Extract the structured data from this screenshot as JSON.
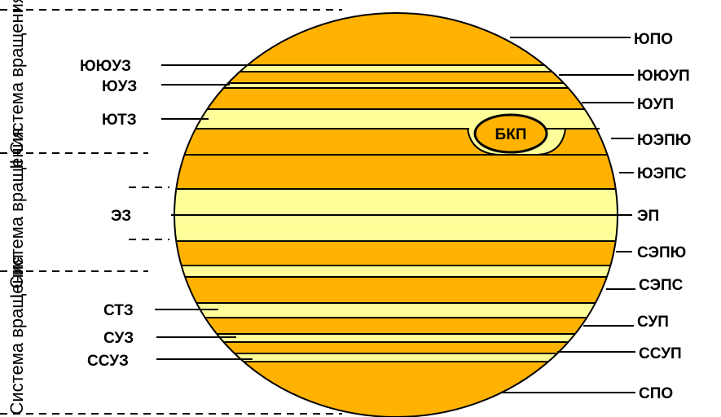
{
  "colors": {
    "orange": "#FFB300",
    "pale": "#FFFF99",
    "line": "#000000"
  },
  "systems": [
    {
      "key": "upper",
      "label": "II Система вращения"
    },
    {
      "key": "middle",
      "label": "I Система вращения"
    },
    {
      "key": "lower",
      "label": "II Система вращения"
    }
  ],
  "left_labels": {
    "yuyuz": "ЮЮУЗ",
    "yuz": "ЮУЗ",
    "yutz": "ЮТЗ",
    "ez": "ЭЗ",
    "stz": "СТЗ",
    "suz": "СУЗ",
    "ssuz": "ССУЗ"
  },
  "right_labels": {
    "yupo": "ЮПО",
    "yuyup": "ЮЮУП",
    "yup": "ЮУП",
    "yuepyu": "ЮЭПЮ",
    "yueps": "ЮЭПС",
    "ep": "ЭП",
    "sepyu": "СЭПЮ",
    "seps": "СЭПС",
    "sup": "СУП",
    "ssup": "ССУП",
    "spo": "СПО"
  },
  "oval_label": "БКП"
}
